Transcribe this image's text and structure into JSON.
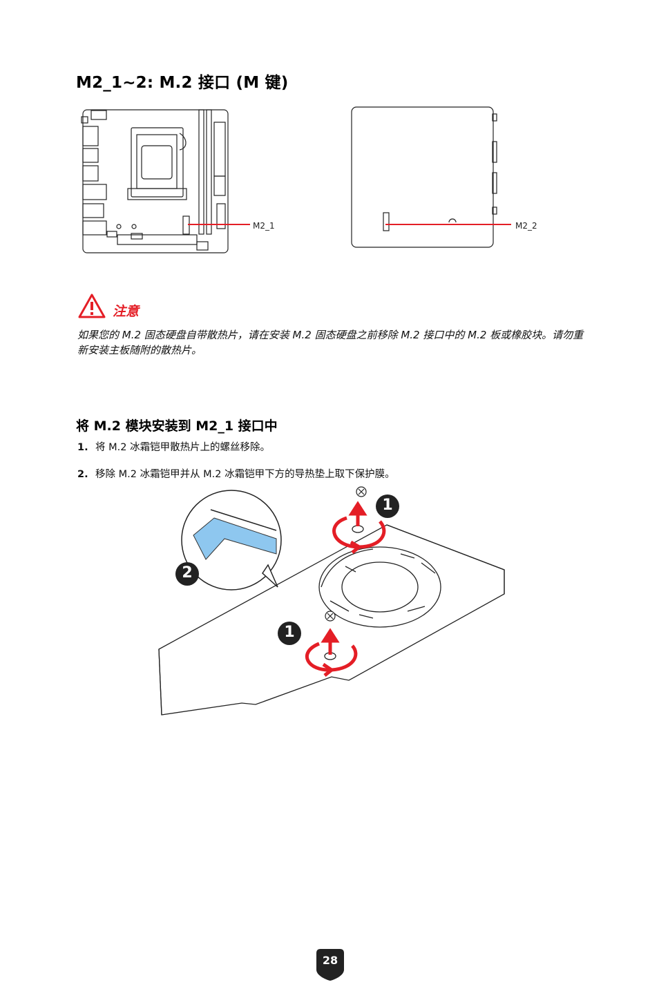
{
  "heading": "M2_1~2: M.2 接口 (M 键)",
  "diagram_labels": {
    "left": "M2_1",
    "right": "M2_2"
  },
  "caution": {
    "title": "注意",
    "text": "如果您的 M.2 固态硬盘自带散热片，请在安装 M.2 固态硬盘之前移除 M.2 接口中的 M.2 板或橡胶块。请勿重新安装主板随附的散热片。"
  },
  "section": {
    "title": "将 M.2 模块安装到 M2_1 接口中",
    "steps": [
      {
        "num": "1.",
        "text": "将 M.2 冰霜铠甲散热片上的螺丝移除。"
      },
      {
        "num": "2.",
        "text": "移除 M.2 冰霜铠甲并从 M.2 冰霜铠甲下方的导热垫上取下保护膜。"
      }
    ]
  },
  "callouts": {
    "one_top": "1",
    "two": "2",
    "one_bottom": "1"
  },
  "colors": {
    "accent": "#e41e26",
    "pad": "#8ec7ef",
    "badge": "#222222"
  },
  "page_number": "28"
}
